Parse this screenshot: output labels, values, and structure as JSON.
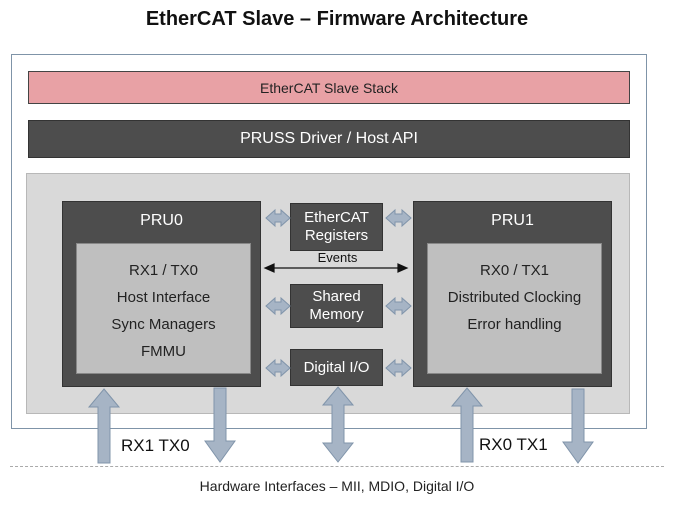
{
  "title": "EtherCAT Slave – Firmware Architecture",
  "stack_label": "EtherCAT Slave Stack",
  "driver_label": "PRUSS Driver / Host API",
  "pru0": {
    "title": "PRU0",
    "lines": [
      "RX1 / TX0",
      "Host Interface",
      "Sync Managers",
      "FMMU"
    ]
  },
  "pru1": {
    "title": "PRU1",
    "lines": [
      "RX0 / TX1",
      "Distributed Clocking",
      "Error handling"
    ]
  },
  "center": {
    "registers": [
      "EtherCAT",
      "Registers"
    ],
    "events": "Events",
    "memory": [
      "Shared",
      "Memory"
    ],
    "io": "Digital I/O"
  },
  "ports": {
    "left": "RX1 TX0",
    "right": "RX0 TX1"
  },
  "hardware_label": "Hardware Interfaces – MII, MDIO, Digital I/O",
  "colors": {
    "stack_fill": "#e8a1a5",
    "dark_box": "#4d4d4d",
    "inner_box": "#bfbfbf",
    "core_bg": "#d9d9d9",
    "arrow_fill": "#a6b4c5",
    "arrow_stroke": "#8094aa"
  }
}
